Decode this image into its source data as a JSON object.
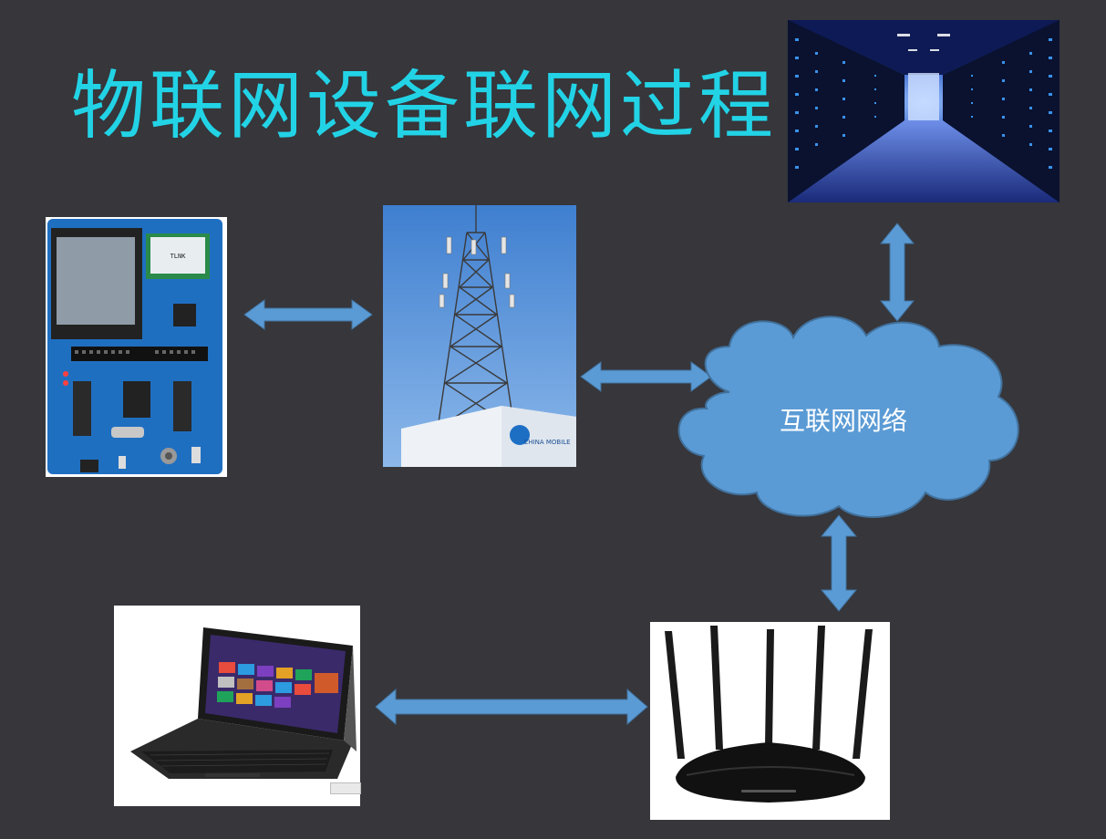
{
  "title": "物联网设备联网过程",
  "cloud": {
    "label": "互联网网络"
  },
  "colors": {
    "background": "#36363b",
    "title": "#22d3e6",
    "arrow": "#5b9bd5",
    "cloud_fill": "#5b9bd5",
    "cloud_stroke": "#41719c",
    "server_bg": "#0a1440",
    "sky": "#4a86d0"
  },
  "icons": {
    "board": "dev-board-icon",
    "tower": "cell-tower-icon",
    "datacenter": "server-room-icon",
    "router": "wifi-router-icon",
    "tablet": "tablet-icon"
  },
  "device_labels": {
    "board_module": "TLNK",
    "tower_building": "CHINA MOBILE"
  }
}
